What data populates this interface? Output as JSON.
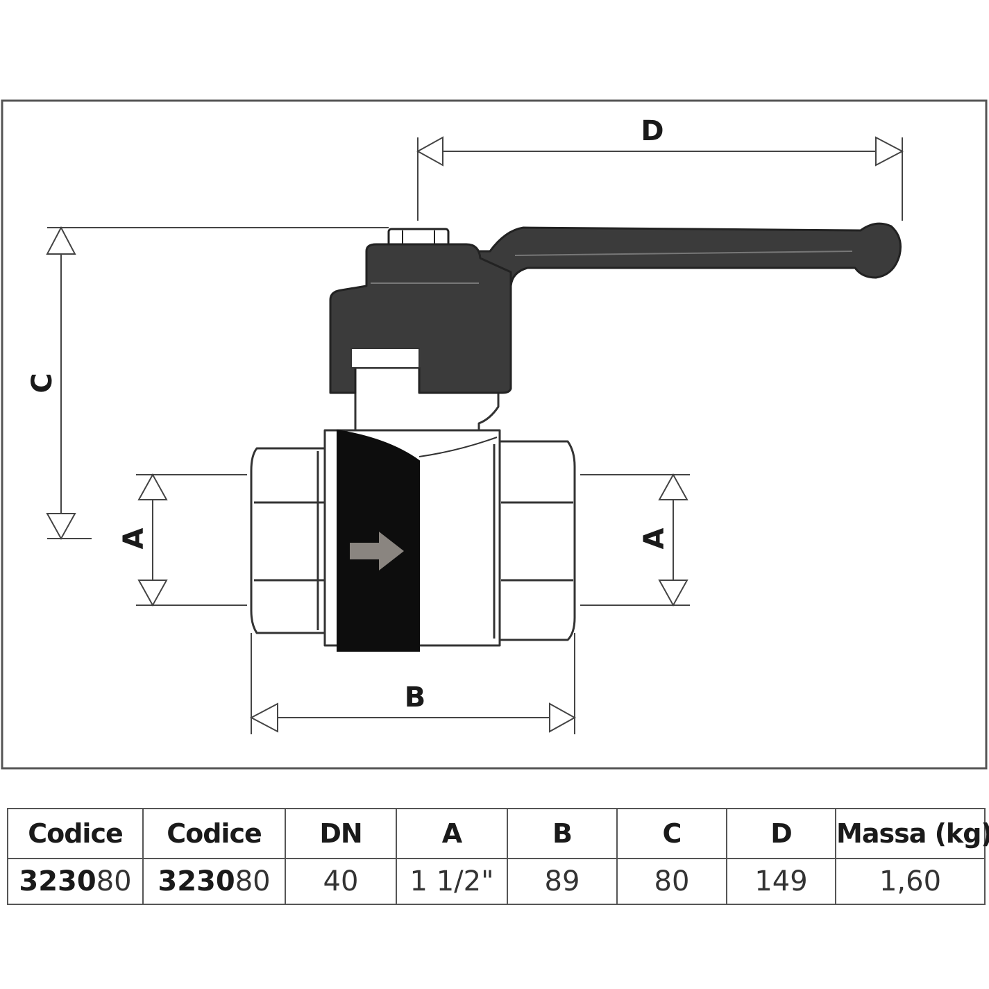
{
  "diagram": {
    "dimension_labels": {
      "a_left": "A",
      "a_right": "A",
      "b": "B",
      "c": "C",
      "d": "D"
    }
  },
  "table": {
    "headers": [
      "Codice",
      "Codice",
      "DN",
      "A",
      "B",
      "C",
      "D",
      "Massa (kg)"
    ],
    "row": {
      "code_1_prefix": "3230",
      "code_1_suffix": "80",
      "code_2_prefix": "3230",
      "code_2_suffix": "80",
      "dn": "40",
      "a": "1 1/2\"",
      "b": "89",
      "c": "80",
      "d": "149",
      "mass": "1,60"
    }
  }
}
